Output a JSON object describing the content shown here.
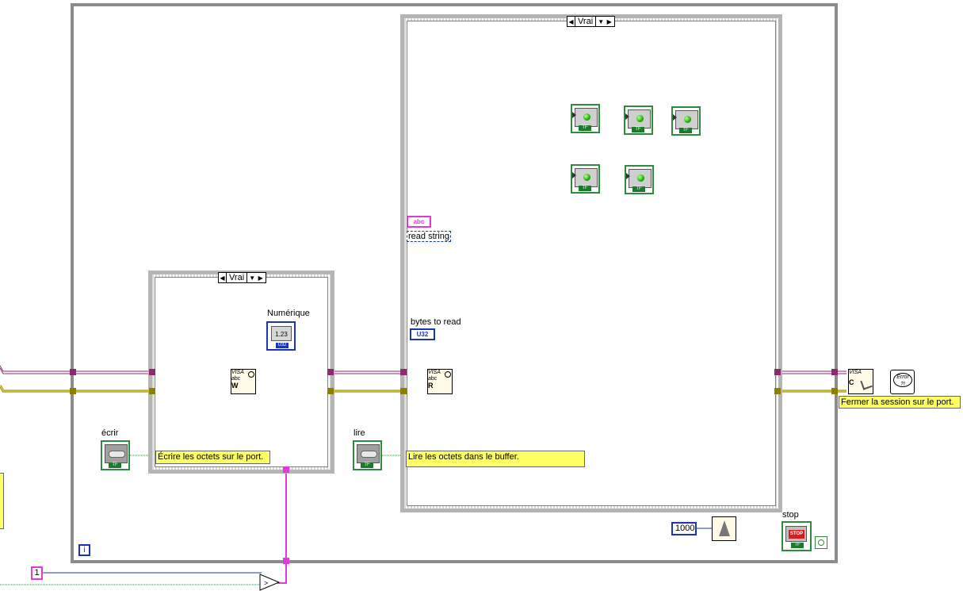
{
  "case_outer": {
    "selector_value": "Vrai"
  },
  "case_inner": {
    "selector_value": "Vrai"
  },
  "labels": {
    "numerique": "Numérique",
    "read_string": "read string",
    "bytes_to_read": "bytes to read",
    "ecrir": "écrir",
    "lire": "lire",
    "stop": "stop"
  },
  "comments": {
    "write": "Écrire les octets sur le port.",
    "read": "Lire les octets dans le buffer.",
    "close": "Fermer la session sur le port."
  },
  "constants": {
    "wait_ms": "1000",
    "one": "1",
    "iteration": "i"
  },
  "indicators": {
    "numeric_value": "1.23",
    "u32": "U32",
    "abc": "abc",
    "tf": "TF",
    "stop_text": "STOP",
    "error_text": "Error"
  },
  "nodes": {
    "visa": "VISA",
    "visa_sub": "abc",
    "write_letter": "W",
    "read_letter": "R",
    "close_letter": "C"
  },
  "colors": {
    "visa_wire": "#8b2a6e",
    "error_wire": "#b0a000",
    "string_wire": "#e23ad8",
    "numeric_blue": "#1c35b6",
    "bool_green": "#2e8b3e",
    "comment_yellow": "#ffff66"
  }
}
